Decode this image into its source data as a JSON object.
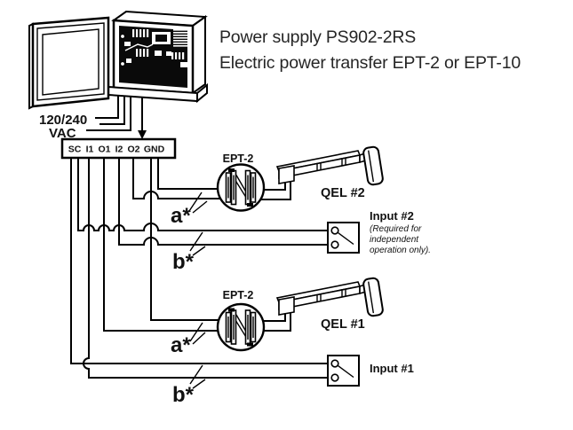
{
  "header": {
    "line1": "Power supply PS902-2RS",
    "line2": "Electric power transfer EPT-2 or EPT-10"
  },
  "power_feed": {
    "voltage": "120/240",
    "unit": "VAC"
  },
  "terminal_block": {
    "terminals": [
      "SC",
      "I1",
      "O1",
      "I2",
      "O2",
      "GND"
    ]
  },
  "ept": {
    "top_label": "EPT-2",
    "bottom_label": "EPT-2"
  },
  "qel": {
    "top_label": "QEL #2",
    "bottom_label": "QEL #1"
  },
  "inputs": {
    "input2": {
      "label": "Input #2",
      "note": [
        "(Required for",
        "independent",
        "operation only)."
      ]
    },
    "input1": {
      "label": "Input #1"
    }
  },
  "wire_labels": {
    "a_top": "a*",
    "b_top": "b*",
    "a_bottom": "a*",
    "b_bottom": "b*"
  },
  "colors": {
    "line": "#000000",
    "text": "#111111",
    "panel": "#0a0a0a",
    "background": "#ffffff"
  }
}
